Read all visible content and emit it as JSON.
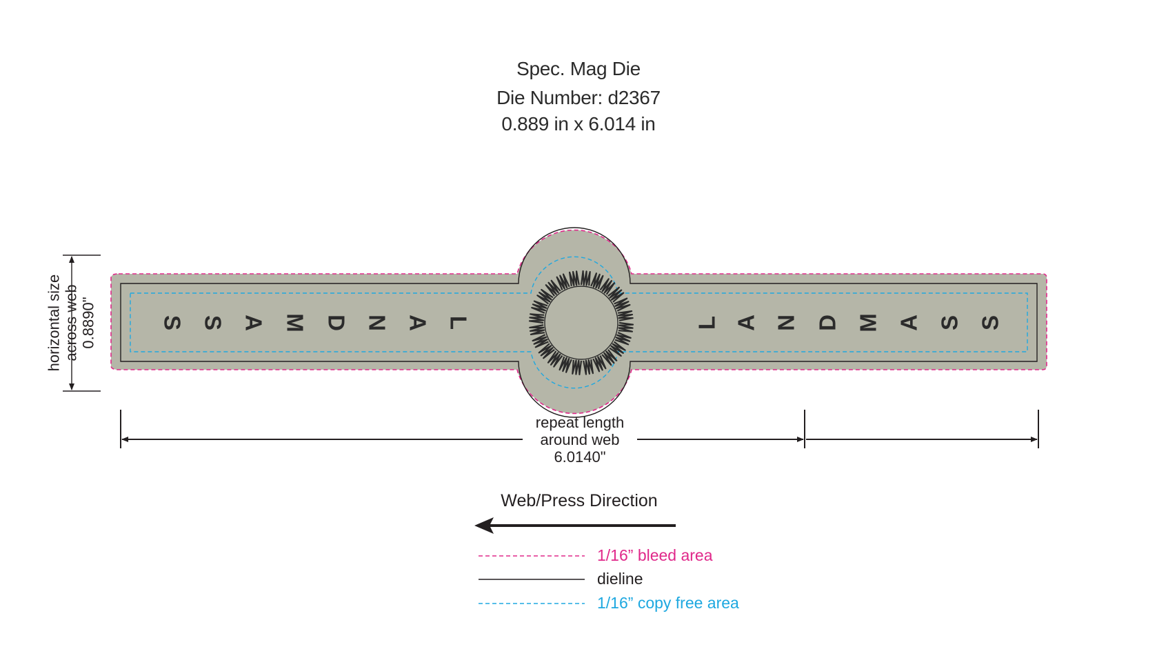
{
  "header": {
    "title": "Spec. Mag Die",
    "die_number": "Die Number: d2367",
    "size": "0.889 in x 6.014 in"
  },
  "label_art": {
    "left_text": "LANDMASS",
    "right_text": "LANDMASS",
    "fill_color": "#b5b6a8"
  },
  "horizontal_dimension": {
    "line1": "horizontal size",
    "line2": "across web",
    "line3": "0.8890\""
  },
  "repeat_dimension": {
    "line1": "repeat length",
    "line2": "around web",
    "line3": "6.0140\""
  },
  "direction": {
    "label": "Web/Press Direction"
  },
  "legend": {
    "bleed_label": "1/16” bleed area",
    "bleed_color": "#e0288a",
    "dieline_label": "dieline",
    "dieline_color": "#231f20",
    "copy_free_label": "1/16” copy free area",
    "copy_free_color": "#1ea8e0"
  }
}
